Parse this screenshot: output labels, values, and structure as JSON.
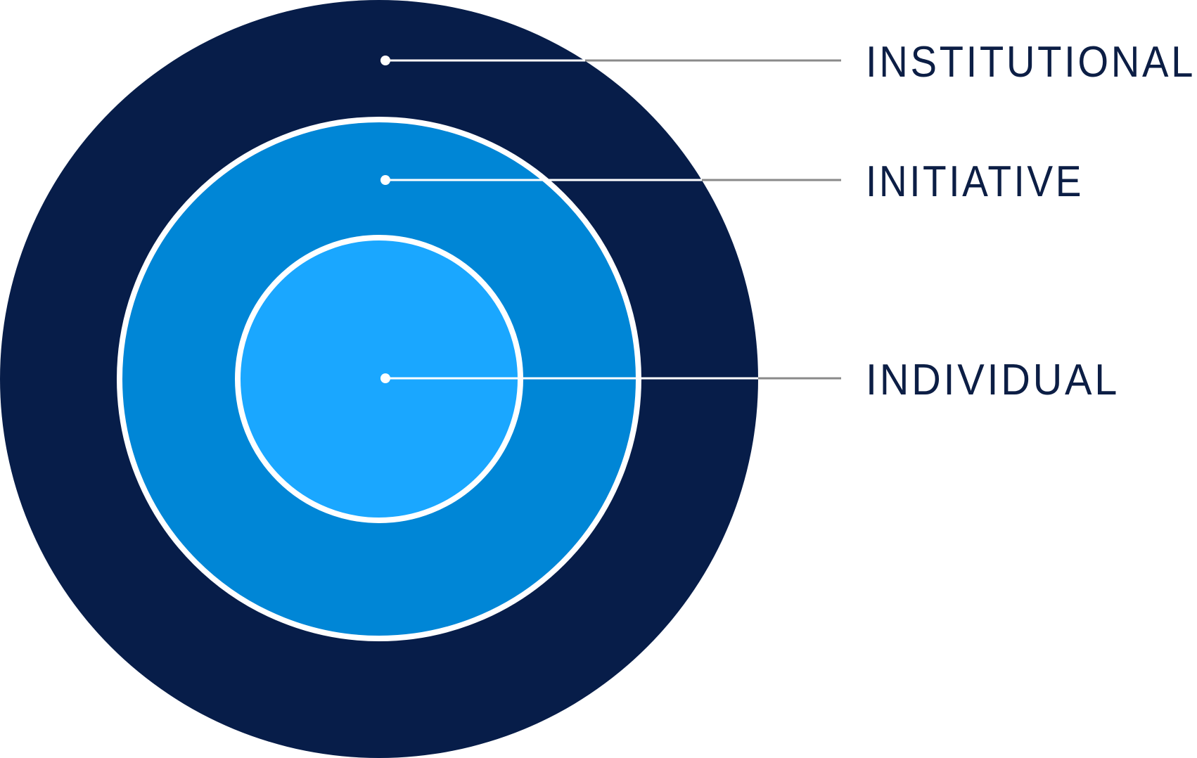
{
  "colors": {
    "outer": "#071d49",
    "middle": "#0086d6",
    "inner": "#1aa7ff",
    "label_text": "#0c1e45",
    "leader_line": "#8a8a8a"
  },
  "levels": [
    {
      "label": "INSTITUTIONAL"
    },
    {
      "label": "INITIATIVE"
    },
    {
      "label": "INDIVIDUAL"
    }
  ]
}
